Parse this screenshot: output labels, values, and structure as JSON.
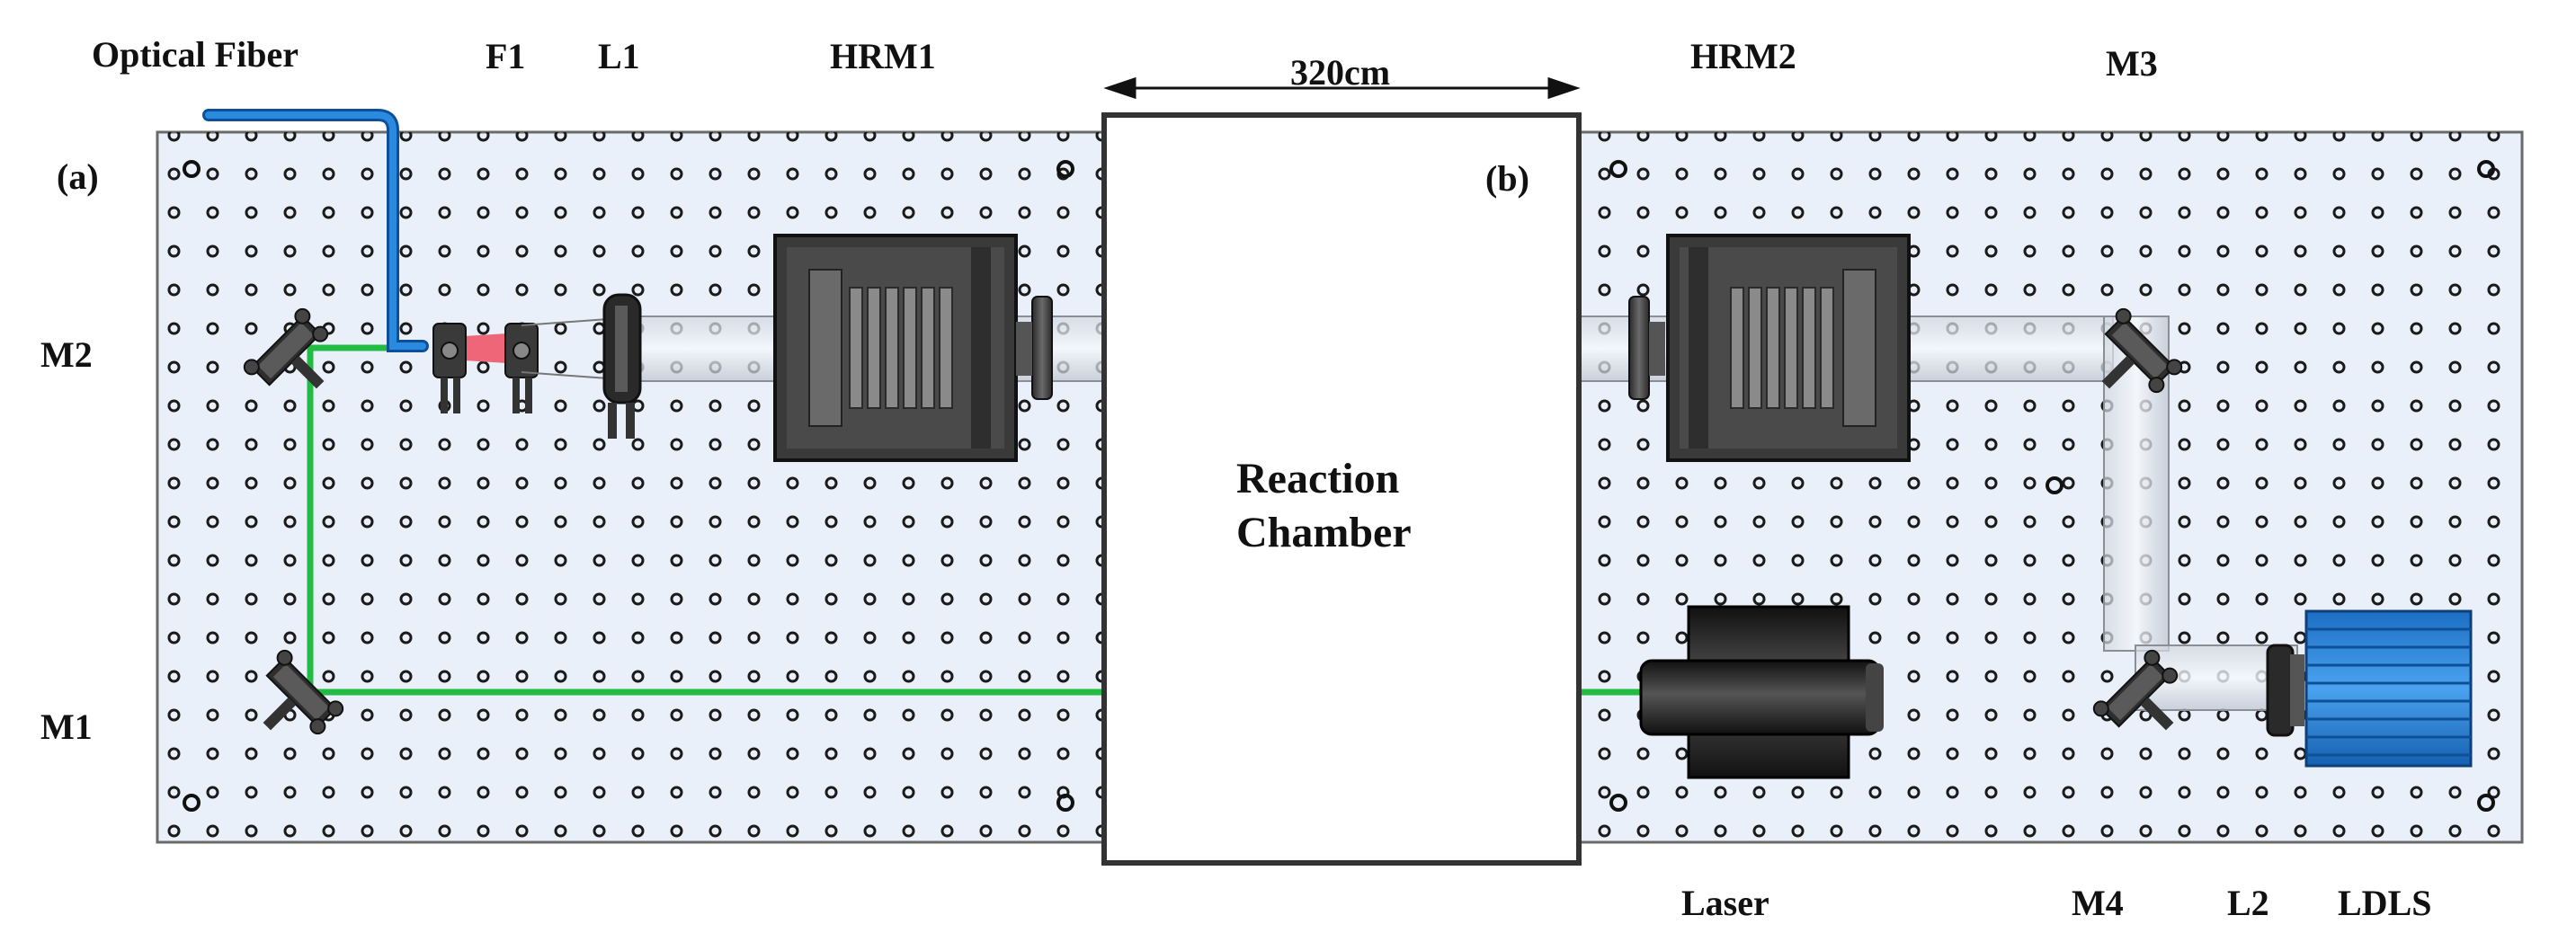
{
  "labels": {
    "optical_fiber": "Optical Fiber",
    "f1": "F1",
    "l1": "L1",
    "hrm1": "HRM1",
    "distance": "320cm",
    "hrm2": "HRM2",
    "m3": "M3",
    "panel_a": "(a)",
    "panel_b": "(b)",
    "m2": "M2",
    "m1": "M1",
    "chamber_line1": "Reaction",
    "chamber_line2": "Chamber",
    "laser": "Laser",
    "m4": "M4",
    "l2": "L2",
    "ldls": "LDLS"
  },
  "colors": {
    "board": "#eaf0fa",
    "green_beam": "#22bb44",
    "fiber": "#1e7fd8",
    "ldls": "#2a8ae0",
    "hardware": "#333333"
  }
}
